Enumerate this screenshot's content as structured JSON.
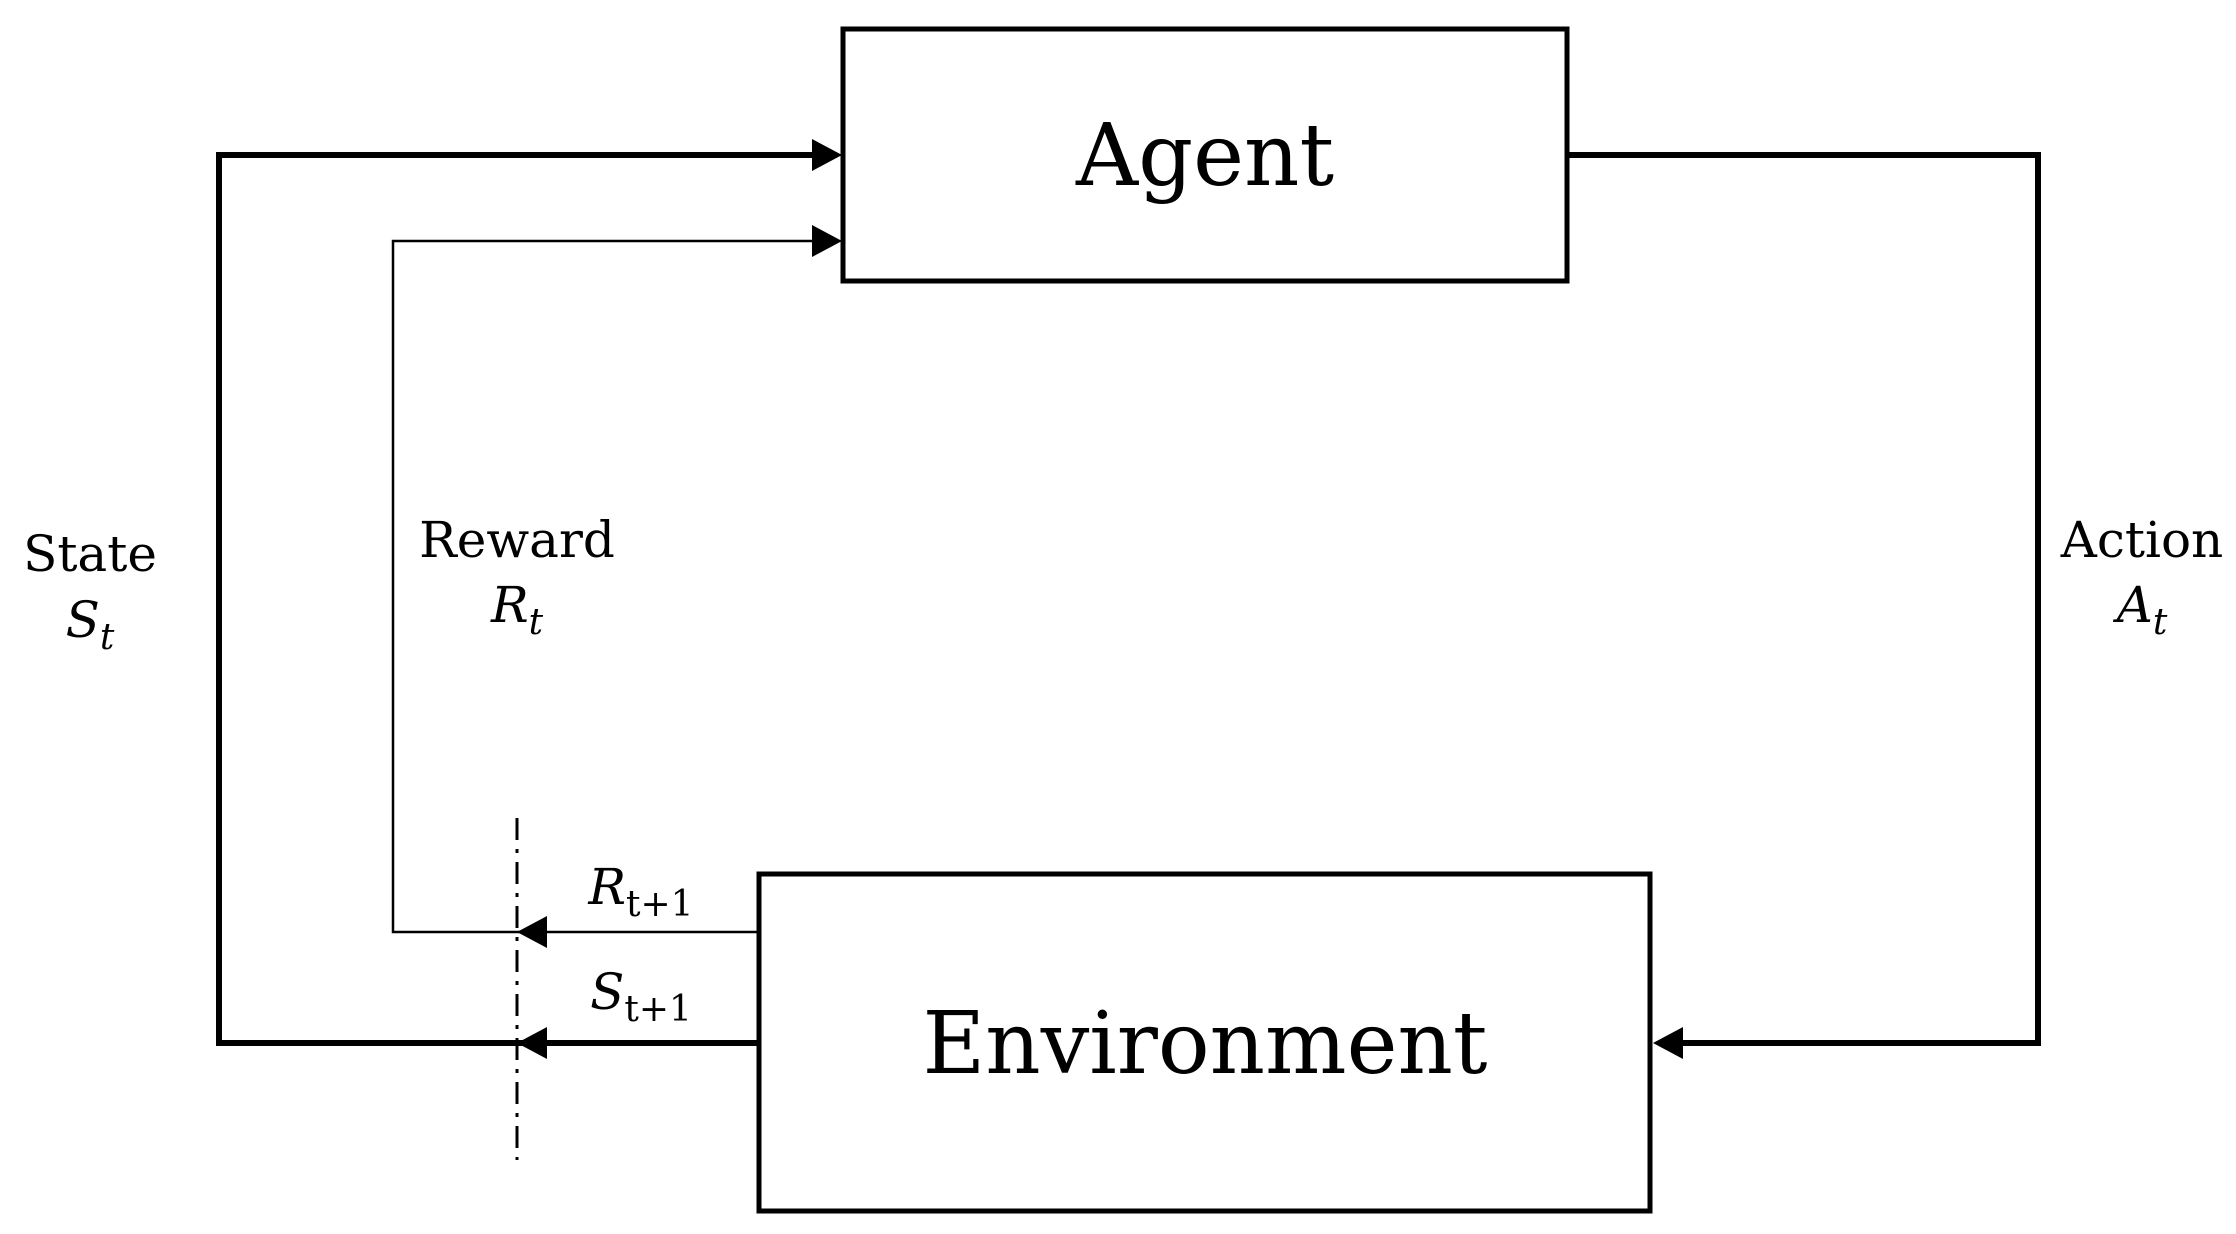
{
  "agent": {
    "label": "Agent"
  },
  "environment": {
    "label": "Environment"
  },
  "state": {
    "label": "State",
    "symbol": "S",
    "subscript": "t"
  },
  "reward": {
    "label": "Reward",
    "symbol": "R",
    "subscript": "t"
  },
  "action": {
    "label": "Action",
    "symbol": "A",
    "subscript": "t"
  },
  "next_reward": {
    "symbol": "R",
    "subscript": "t+1"
  },
  "next_state": {
    "symbol": "S",
    "subscript": "t+1"
  }
}
